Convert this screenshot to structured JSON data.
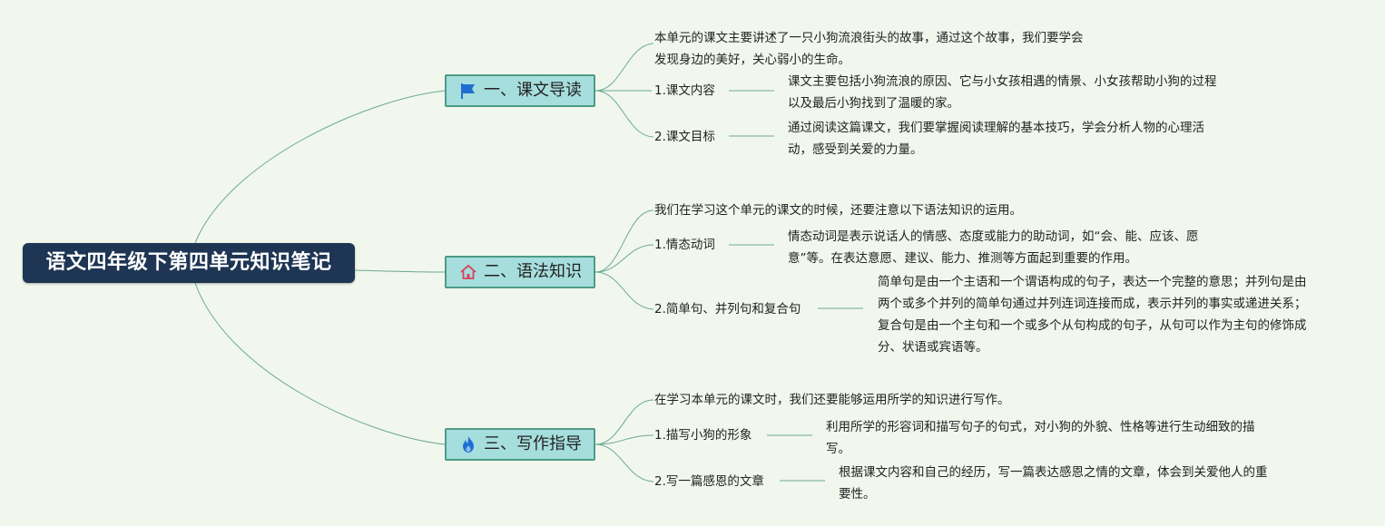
{
  "root": {
    "title": "语文四年级下第四单元知识笔记"
  },
  "branches": [
    {
      "label": "一、课文导读",
      "icon": "flag-icon",
      "summary": [
        "本单元的课文主要讲述了一只小狗流浪街头的故事，通过这个故事，我们要学会",
        "发现身边的美好，关心弱小的生命。"
      ],
      "items": [
        {
          "label": "1.课文内容",
          "detail": [
            "课文主要包括小狗流浪的原因、它与小女孩相遇的情景、小女孩帮助小狗的过程",
            "以及最后小狗找到了温暖的家。"
          ]
        },
        {
          "label": "2.课文目标",
          "detail": [
            "通过阅读这篇课文，我们要掌握阅读理解的基本技巧，学会分析人物的心理活",
            "动，感受到关爱的力量。"
          ]
        }
      ]
    },
    {
      "label": "二、语法知识",
      "icon": "home-icon",
      "summary": [
        "我们在学习这个单元的课文的时候，还要注意以下语法知识的运用。"
      ],
      "items": [
        {
          "label": "1.情态动词",
          "detail": [
            "情态动词是表示说话人的情感、态度或能力的助动词，如“会、能、应该、愿",
            "意”等。在表达意愿、建议、能力、推测等方面起到重要的作用。"
          ]
        },
        {
          "label": "2.简单句、并列句和复合句",
          "detail": [
            "简单句是由一个主语和一个谓语构成的句子，表达一个完整的意思；并列句是由",
            "两个或多个并列的简单句通过并列连词连接而成，表示并列的事实或递进关系；",
            "复合句是由一个主句和一个或多个从句构成的句子，从句可以作为主句的修饰成",
            "分、状语或宾语等。"
          ]
        }
      ]
    },
    {
      "label": "三、写作指导",
      "icon": "fire-icon",
      "summary": [
        "在学习本单元的课文时，我们还要能够运用所学的知识进行写作。"
      ],
      "items": [
        {
          "label": "1.描写小狗的形象",
          "detail": [
            "利用所学的形容词和描写句子的句式，对小狗的外貌、性格等进行生动细致的描",
            "写。"
          ]
        },
        {
          "label": "2.写一篇感恩的文章",
          "detail": [
            "根据课文内容和自己的经历，写一篇表达感恩之情的文章，体会到关爱他人的重",
            "要性。"
          ]
        }
      ]
    }
  ],
  "colors": {
    "root": "#1e3553",
    "branch_fill": "#a6dedd",
    "branch_border": "#4d9b86",
    "line": "#6aa98f",
    "background": "#f1f7ed"
  }
}
